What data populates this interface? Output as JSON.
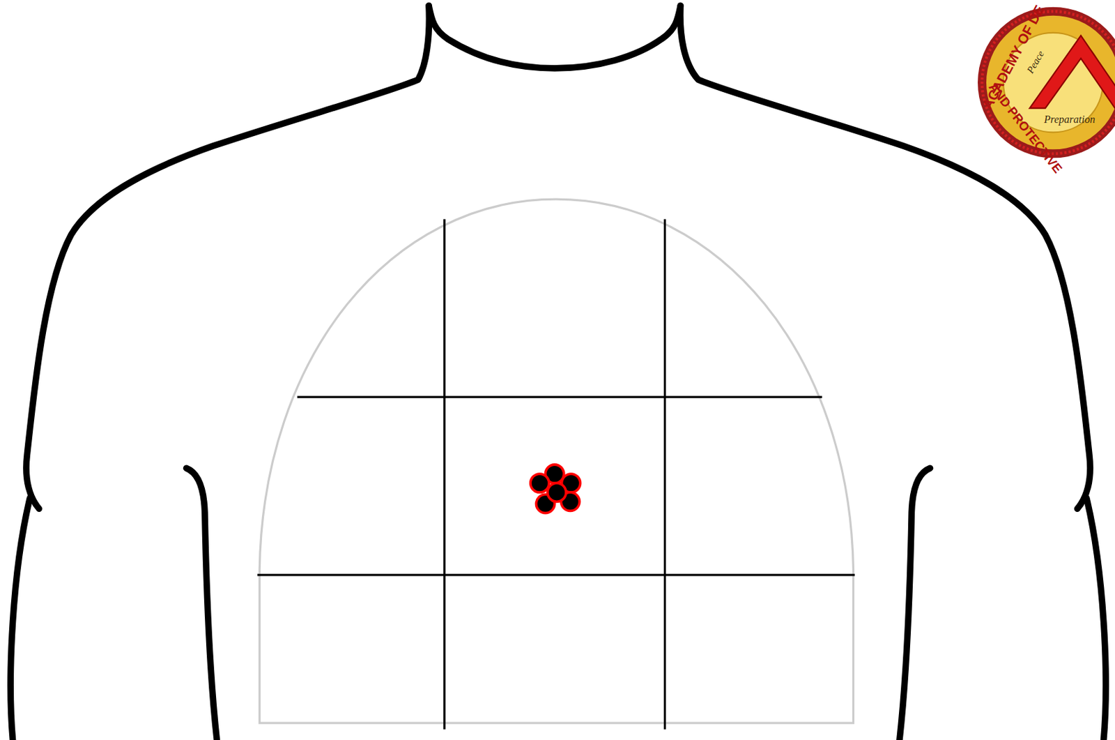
{
  "diagram": {
    "labels": [
      "ACADEMY OF DE",
      "AND PROTECTIVE",
      "Peace",
      "Preparation"
    ]
  }
}
